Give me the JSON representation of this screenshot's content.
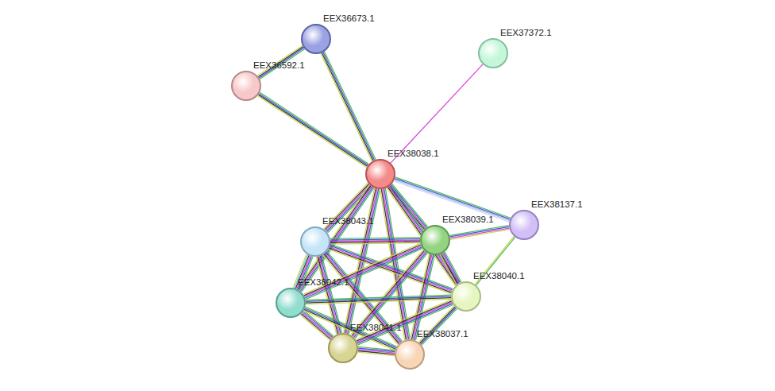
{
  "diagram": {
    "nodes": [
      {
        "text": [
          "EEX36673.1"
        ]
      },
      {
        "text": [
          "EEX36592.1"
        ]
      },
      {
        "text": [
          "EEX37372.1"
        ]
      },
      {
        "text": [
          "EEX38038.1"
        ]
      },
      {
        "text": [
          "EEX38137.1"
        ]
      },
      {
        "text": [
          "EEX38043.1"
        ]
      },
      {
        "text": [
          "EEX38039.1"
        ]
      },
      {
        "text": [
          "EEX38042.1"
        ]
      },
      {
        "text": [
          "EEX38040.1"
        ]
      },
      {
        "text": [
          "EEX38041.1"
        ]
      },
      {
        "text": [
          "EEX38037.1"
        ]
      }
    ],
    "edges": [
      {
        "from": 0,
        "to": 1,
        "arrow": "none"
      },
      {
        "from": 0,
        "to": 3,
        "arrow": "none"
      },
      {
        "from": 1,
        "to": 3,
        "arrow": "none"
      },
      {
        "from": 2,
        "to": 3,
        "arrow": "none"
      },
      {
        "from": 3,
        "to": 4,
        "arrow": "none"
      },
      {
        "from": 3,
        "to": 5,
        "arrow": "none"
      },
      {
        "from": 3,
        "to": 6,
        "arrow": "none"
      },
      {
        "from": 3,
        "to": 7,
        "arrow": "none"
      },
      {
        "from": 3,
        "to": 8,
        "arrow": "none"
      },
      {
        "from": 3,
        "to": 9,
        "arrow": "none"
      },
      {
        "from": 3,
        "to": 10,
        "arrow": "none"
      },
      {
        "from": 5,
        "to": 6,
        "arrow": "none"
      },
      {
        "from": 5,
        "to": 7,
        "arrow": "none"
      },
      {
        "from": 5,
        "to": 8,
        "arrow": "none"
      },
      {
        "from": 5,
        "to": 9,
        "arrow": "none"
      },
      {
        "from": 5,
        "to": 10,
        "arrow": "none"
      },
      {
        "from": 6,
        "to": 4,
        "arrow": "none"
      },
      {
        "from": 6,
        "to": 7,
        "arrow": "none"
      },
      {
        "from": 6,
        "to": 8,
        "arrow": "none"
      },
      {
        "from": 6,
        "to": 9,
        "arrow": "none"
      },
      {
        "from": 6,
        "to": 10,
        "arrow": "none"
      },
      {
        "from": 4,
        "to": 8,
        "arrow": "none"
      },
      {
        "from": 7,
        "to": 8,
        "arrow": "none"
      },
      {
        "from": 7,
        "to": 9,
        "arrow": "none"
      },
      {
        "from": 7,
        "to": 10,
        "arrow": "none"
      },
      {
        "from": 8,
        "to": 9,
        "arrow": "none"
      },
      {
        "from": 8,
        "to": 10,
        "arrow": "none"
      },
      {
        "from": 9,
        "to": 10,
        "arrow": "none"
      }
    ]
  }
}
